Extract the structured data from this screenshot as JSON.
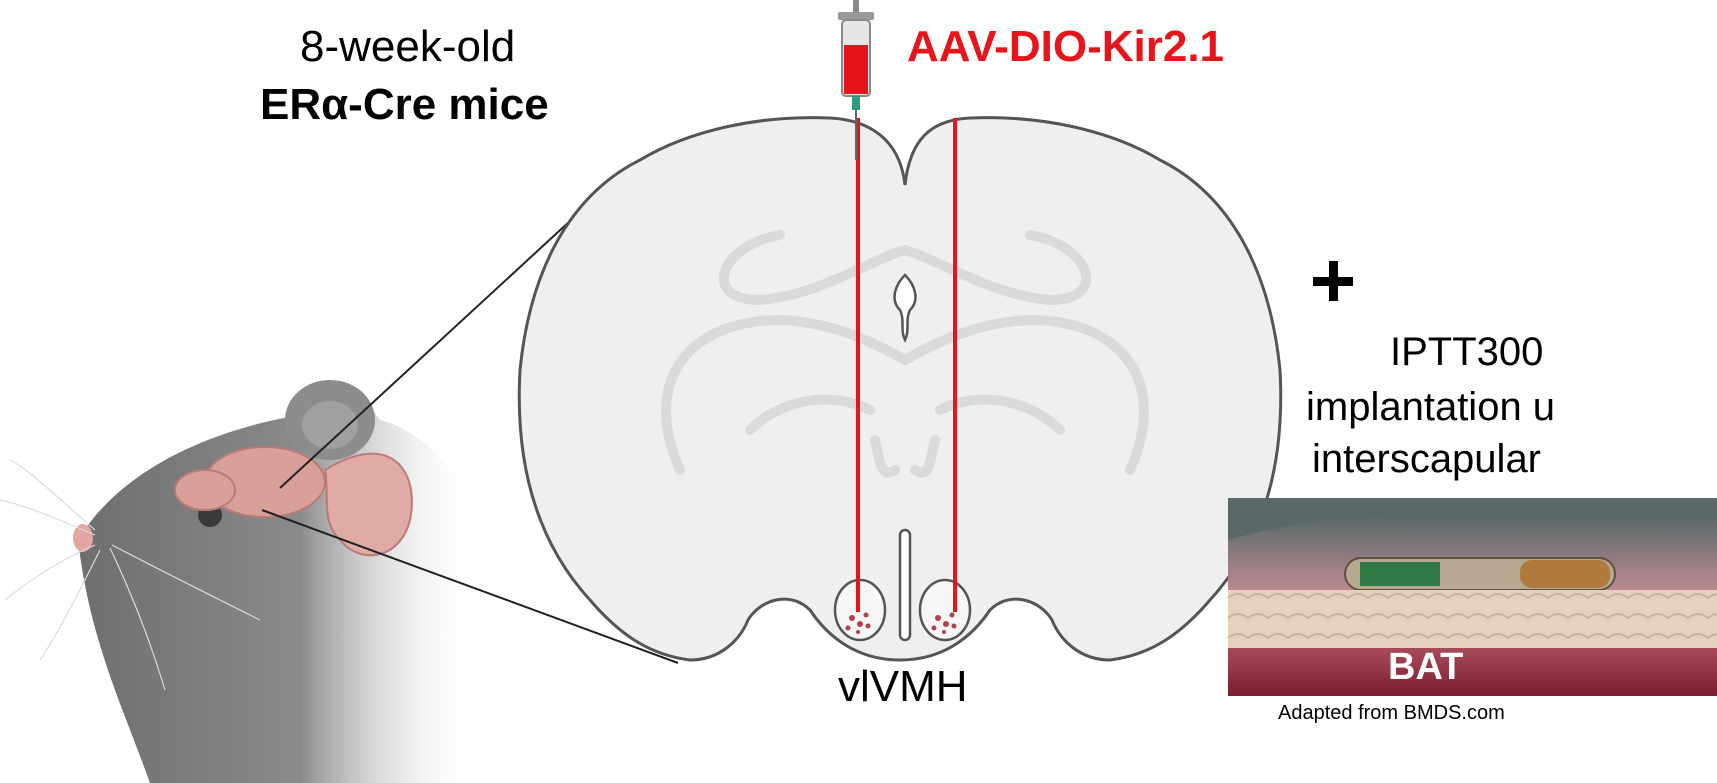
{
  "header": {
    "age_label": "8-week-old",
    "strain_label": "ERα-Cre mice",
    "virus_label": "AAV-DIO-Kir2.1"
  },
  "brain": {
    "region_label": "vlVMH"
  },
  "implant": {
    "plus_symbol": "+",
    "lines": [
      "IPTT300",
      "implantation u",
      "interscapular"
    ],
    "tissue_label": "BAT",
    "credit": "Adapted from BMDS.com"
  },
  "colors": {
    "virus": "#e8141c",
    "brain_fill": "#efefef",
    "brain_outline": "#555555",
    "mouse_body": "#7a7a7a",
    "brain_pink": "#d9a09a",
    "bat_band": "#8c2a3a"
  }
}
